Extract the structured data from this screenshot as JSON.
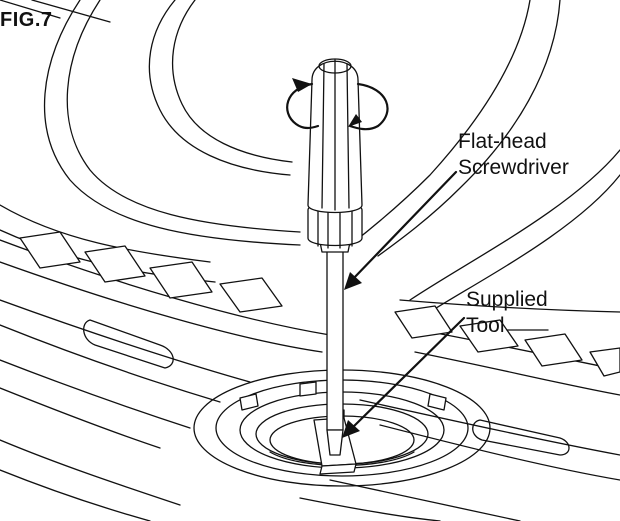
{
  "figure": {
    "label": "FIG.7",
    "callouts": {
      "screwdriver_line1": "Flat-head",
      "screwdriver_line2": "Screwdriver",
      "tool_line1": "Supplied",
      "tool_line2": "Tool"
    }
  },
  "colors": {
    "line": "#111111",
    "background": "#ffffff"
  }
}
